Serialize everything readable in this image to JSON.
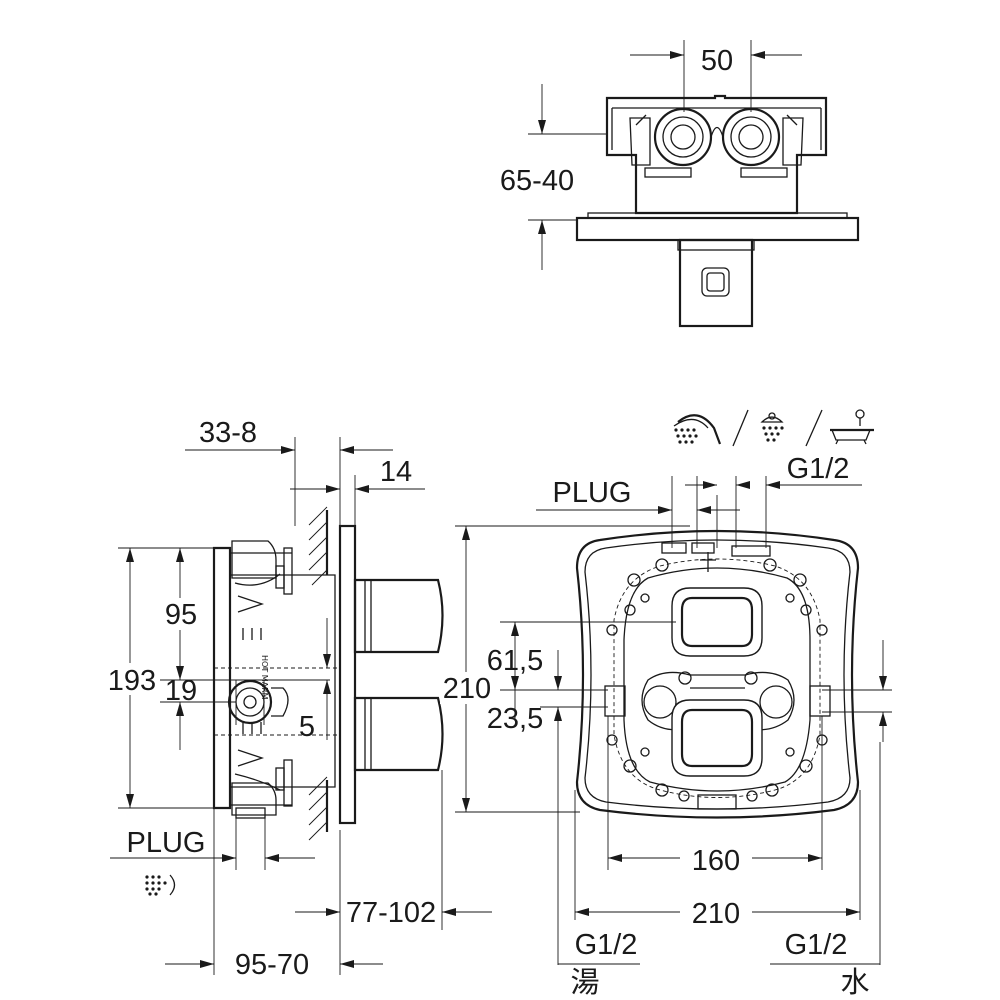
{
  "top_view": {
    "dim_width": "50",
    "dim_depth": "65-40"
  },
  "side_view": {
    "dim_wall_offset": "33-8",
    "dim_plate": "14",
    "dim_upper": "95",
    "dim_height": "193",
    "dim_outlet": "19",
    "dim_small": "5",
    "plug_label": "PLUG",
    "dim_protrusion": "77-102",
    "dim_depth": "95-70",
    "small_label": "HOT MARM"
  },
  "front_view": {
    "plug_label": "PLUG",
    "thread_outlet": "G1/2",
    "dim_height": "210",
    "dim_upper": "61,5",
    "dim_lower": "23,5",
    "dim_inlets": "160",
    "dim_width": "210",
    "thread_hot": "G1/2",
    "label_hot": "湯",
    "thread_cold": "G1/2",
    "label_cold": "水"
  },
  "icons": {
    "side_outlet": "shower-head-icon",
    "outlet_1": "shower-head-icon",
    "outlet_2": "hand-shower-icon",
    "outlet_3": "bathtub-icon"
  }
}
